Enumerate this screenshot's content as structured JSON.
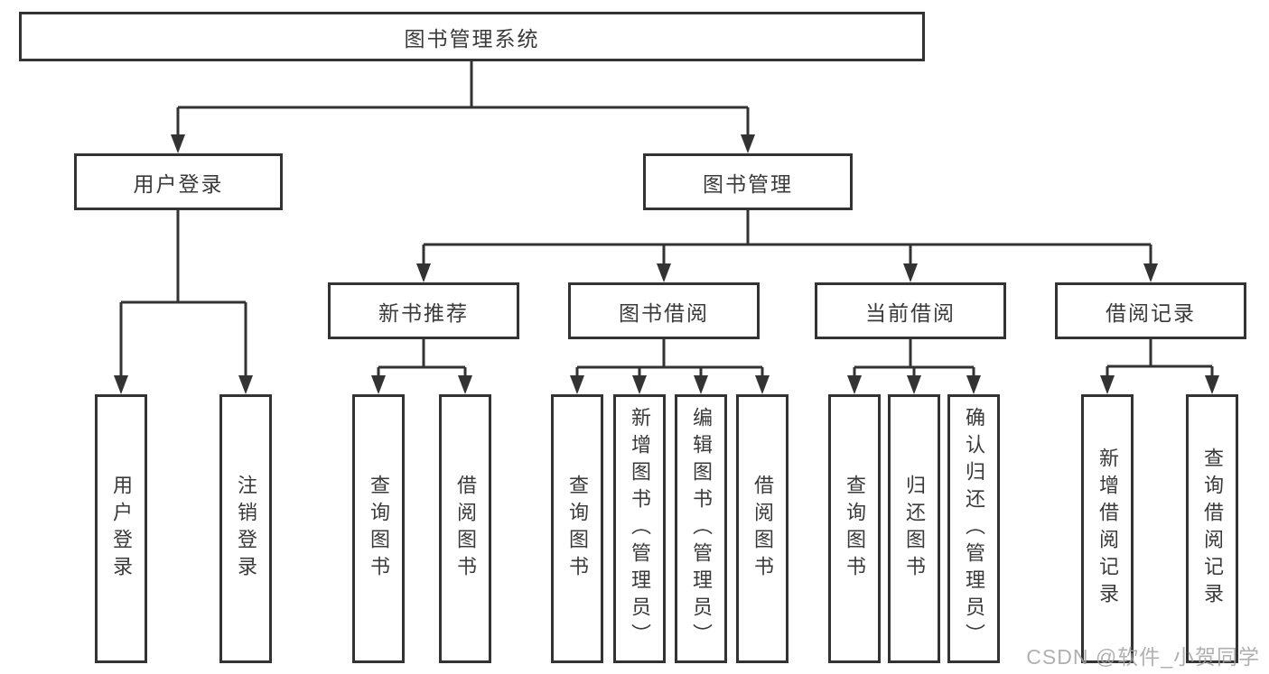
{
  "colors": {
    "line": "#333333",
    "text": "#3a3a3a",
    "watermark": "#a3a3a3"
  },
  "watermark": {
    "text": "CSDN @软件_小贺同学"
  },
  "tree": {
    "root": {
      "label": "图书管理系统"
    },
    "level1": [
      {
        "label": "用户登录",
        "children": [
          {
            "label": "用户登录"
          },
          {
            "label": "注销登录"
          }
        ]
      },
      {
        "label": "图书管理",
        "children": [
          {
            "label": "新书推荐",
            "children": [
              {
                "label": "查询图书"
              },
              {
                "label": "借阅图书"
              }
            ]
          },
          {
            "label": "图书借阅",
            "children": [
              {
                "label": "查询图书"
              },
              {
                "label": "新增图书（管理员）"
              },
              {
                "label": "编辑图书（管理员）"
              },
              {
                "label": "借阅图书"
              }
            ]
          },
          {
            "label": "当前借阅",
            "children": [
              {
                "label": "查询图书"
              },
              {
                "label": "归还图书"
              },
              {
                "label": "确认归还（管理员）"
              }
            ]
          },
          {
            "label": "借阅记录",
            "children": [
              {
                "label": "新增借阅记录"
              },
              {
                "label": "查询借阅记录"
              }
            ]
          }
        ]
      }
    ]
  }
}
